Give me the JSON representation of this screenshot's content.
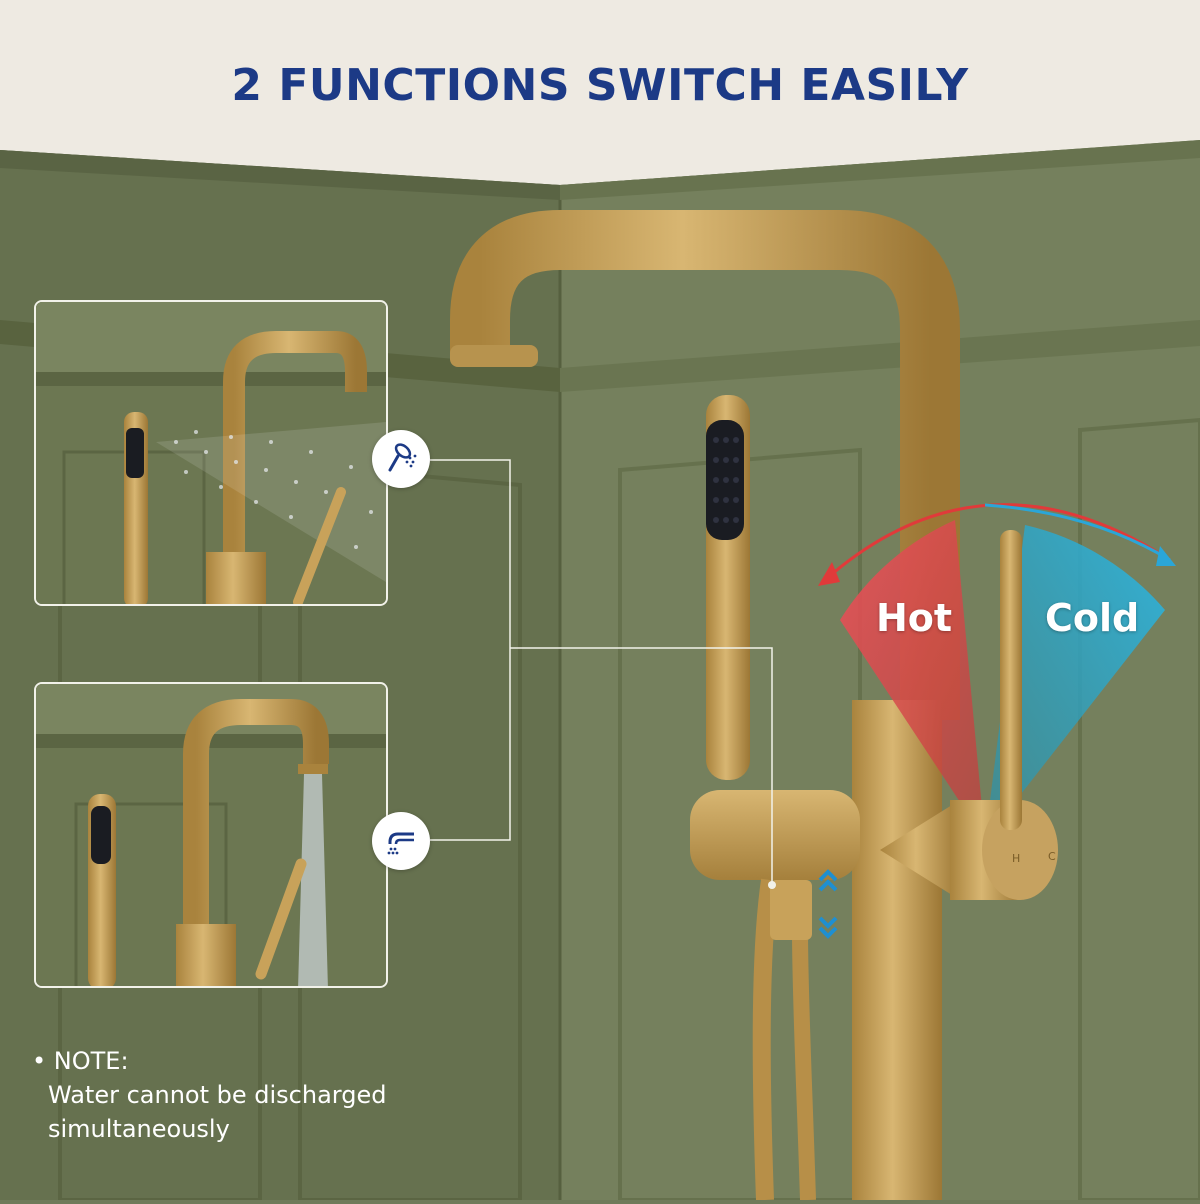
{
  "title": "2 FUNCTIONS SWITCH EASILY",
  "modes": [
    {
      "name": "Hand shower",
      "icon": "hand-shower-icon"
    },
    {
      "name": "Tub spout",
      "icon": "tub-spout-icon"
    }
  ],
  "handle": {
    "hot_label": "Hot",
    "cold_label": "Cold",
    "hot_color": "#e03a3a",
    "cold_color": "#2aa6d8",
    "marks": [
      "H",
      "C"
    ]
  },
  "note": {
    "heading": "NOTE:",
    "text": "Water cannot be discharged simultaneously"
  },
  "colors": {
    "title": "#1c3a86",
    "wall": "#6f7a5a",
    "brass": "#c9a45c"
  }
}
